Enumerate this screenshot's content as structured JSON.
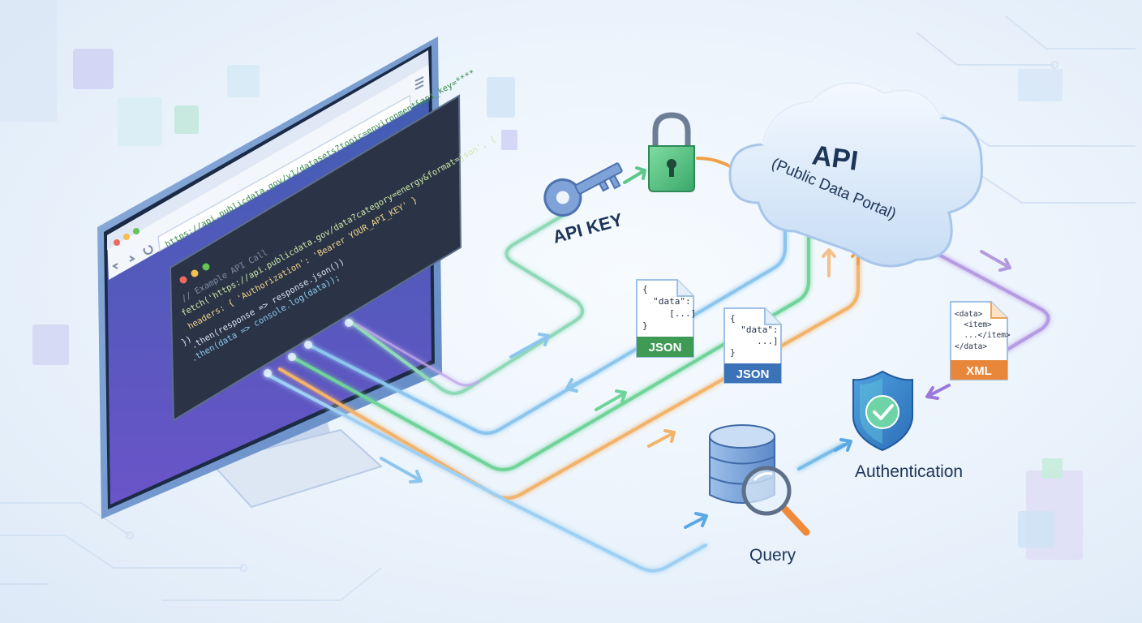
{
  "monitor": {
    "url": "https://api.publicdata.gov/v1/datasets?topic=environment&api_key=****",
    "code_lines": [
      "// Example API Call",
      "fetch('https://api.publicdata.gov/data?category=energy&format=json', {",
      "  headers: { 'Authorization': 'Bearer YOUR_API_KEY' }",
      "",
      "})",
      "  .then(response => response.json())",
      "  .then(data => console.log(data));"
    ]
  },
  "labels": {
    "api_key": "API KEY",
    "api_title": "API",
    "api_subtitle": "(Public Data Portal)",
    "authentication": "Authentication",
    "query": "Query"
  },
  "docs": {
    "json1": {
      "lines": [
        "{",
        "  \"data\":",
        "     [...]",
        "}"
      ],
      "tag": "JSON"
    },
    "json2": {
      "lines": [
        "{",
        "  \"data\":",
        "     ...]",
        "}"
      ],
      "tag": "JSON"
    },
    "xml": {
      "lines": [
        "<data>",
        "  <item>",
        "  ...</item>",
        "</data>"
      ],
      "tag": "XML"
    }
  },
  "colors": {
    "green": "#4cc987",
    "blue": "#5aa8e6",
    "orange": "#f0a04a",
    "purple": "#a07ad8",
    "navy": "#1d3557"
  }
}
